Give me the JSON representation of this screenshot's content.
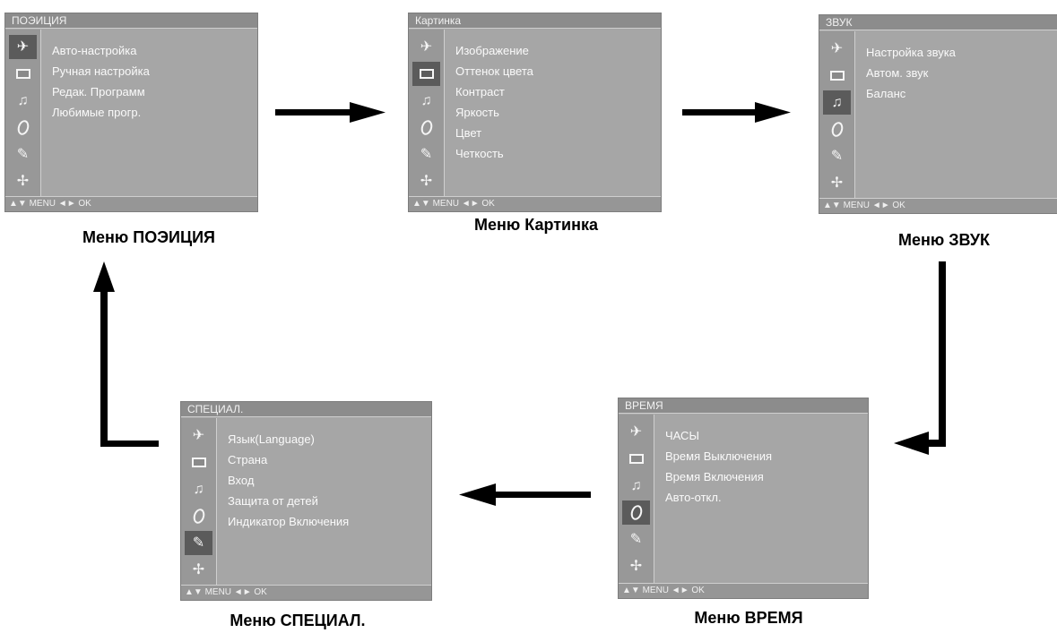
{
  "footer_text": "MENU ◄► OK",
  "footer_updown": "▲▼",
  "icon_names": [
    "antenna-icon",
    "screen-icon",
    "speaker-icon",
    "clock-icon",
    "wrench-icon",
    "tools-icon"
  ],
  "menus": [
    {
      "title": "ПОЭИЦИЯ",
      "caption": "Меню ПОЭИЦИЯ",
      "active_icon": 0,
      "items": [
        "Авто-настройка",
        "Ручная  настройка",
        "Редак. Программ",
        "Любимые прогр."
      ]
    },
    {
      "title": "Картинка",
      "caption": "Меню Картинка",
      "active_icon": 1,
      "items": [
        "Изображение",
        "Оттенок цвета",
        "Контраст",
        "Яркость",
        "Цвет",
        "Четкость"
      ]
    },
    {
      "title": "ЗВУК",
      "caption": "Меню ЗВУК",
      "active_icon": 2,
      "items": [
        "Настройка звука",
        "Автом. звук",
        "Баланс"
      ]
    },
    {
      "title": "ВРЕМЯ",
      "caption": "Меню ВРЕМЯ",
      "active_icon": 3,
      "items": [
        "ЧАСЫ",
        "Время Выключения",
        "Время Включения",
        "Авто-откл."
      ]
    },
    {
      "title": "СПЕЦИАЛ.",
      "caption": "Меню СПЕЦИАЛ.",
      "active_icon": 4,
      "items": [
        "Язык(Language)",
        "Страна",
        "Вход",
        "Защита от детей",
        "Индикатор Включения"
      ]
    }
  ]
}
